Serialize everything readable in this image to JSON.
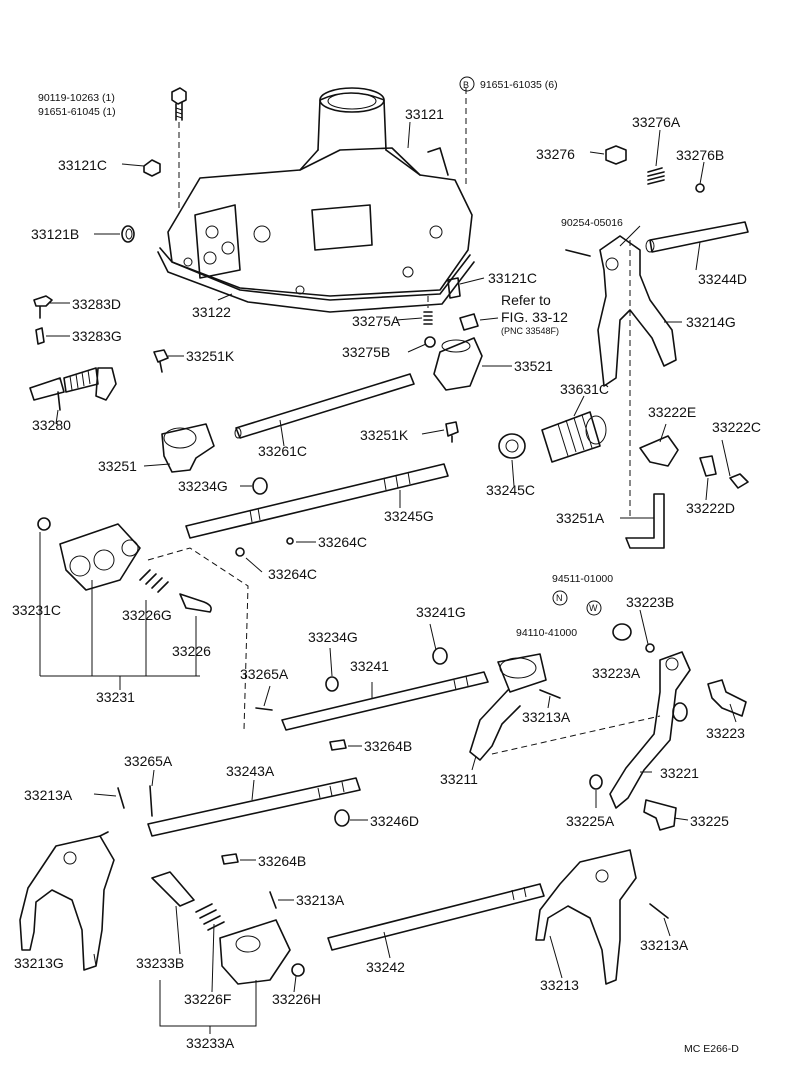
{
  "figure_code": "MC  E266-D",
  "bolt_callouts": {
    "line1": "90119-10263 (1)",
    "line2": "91651-61045 (1)",
    "b_symbol": "B",
    "b_part": "91651-61035 (6)"
  },
  "refer": {
    "line1": "Refer to",
    "line2": "FIG. 33-12",
    "line3": "(PNC 33548F)"
  },
  "washer_symbols": {
    "n": "N",
    "w": "W"
  },
  "parts": {
    "p33121": "33121",
    "p33121C_a": "33121C",
    "p33121B": "33121B",
    "p33122": "33122",
    "p33121C_b": "33121C",
    "p33275A": "33275A",
    "p33275B": "33275B",
    "p33276": "33276",
    "p33276A": "33276A",
    "p33276B": "33276B",
    "p90254": "90254-05016",
    "p33244D": "33244D",
    "p33214G": "33214G",
    "p33283D": "33283D",
    "p33283G": "33283G",
    "p33251K_a": "33251K",
    "p33280": "33280",
    "p33521": "33521",
    "p33631C": "33631C",
    "p33261C": "33261C",
    "p33251K_b": "33251K",
    "p33222E": "33222E",
    "p33222C": "33222C",
    "p33251": "33251",
    "p33234G_a": "33234G",
    "p33245C": "33245C",
    "p33222D": "33222D",
    "p33245G": "33245G",
    "p33251A": "33251A",
    "p33264C_a": "33264C",
    "p33264C_b": "33264C",
    "p33231C": "33231C",
    "p33226G": "33226G",
    "p33226": "33226",
    "p94511": "94511-01000",
    "p33223B": "33223B",
    "p94110": "94110-41000",
    "p33241G": "33241G",
    "p33234G_b": "33234G",
    "p33223A": "33223A",
    "p33265A_a": "33265A",
    "p33241": "33241",
    "p33231": "33231",
    "p33213A_a": "33213A",
    "p33223": "33223",
    "p33264B_a": "33264B",
    "p33211": "33211",
    "p33221": "33221",
    "p33265A_b": "33265A",
    "p33243A": "33243A",
    "p33213A_b": "33213A",
    "p33246D": "33246D",
    "p33225A": "33225A",
    "p33225": "33225",
    "p33264B_b": "33264B",
    "p33213A_c": "33213A",
    "p33213G": "33213G",
    "p33233B": "33233B",
    "p33242": "33242",
    "p33213": "33213",
    "p33213A_d": "33213A",
    "p33226F": "33226F",
    "p33226H": "33226H",
    "p33233A": "33233A"
  }
}
